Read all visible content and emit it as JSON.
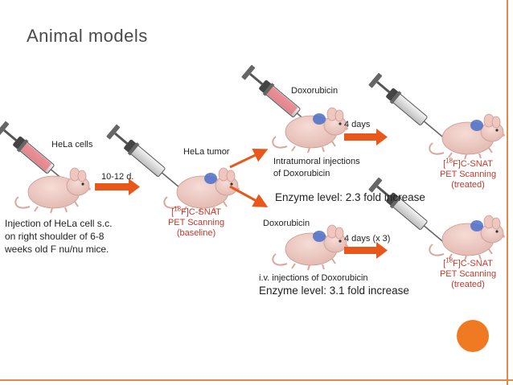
{
  "title": "Animal models",
  "colors": {
    "accent": "#f07a22",
    "frame": "#e08a4a",
    "pet_text": "#c0392b",
    "tumor": "#4a6fc9"
  },
  "icons": [
    "syringe-icon",
    "mouse-icon",
    "tumor-icon",
    "arrow-icon"
  ],
  "labels": {
    "hela_cells": "HeLa cells",
    "hela_tumor": "HeLa tumor",
    "injection_note": [
      "Injection of HeLa cell s.c.",
      "on right shoulder of 6-8",
      "weeks old F nu/nu mice."
    ],
    "time_1": "10-12 d.",
    "doxorubicin_top": "Doxorubicin",
    "doxorubicin_bottom": "Doxorubicin",
    "days_top": "4 days",
    "days_bottom": "4 days (x 3)",
    "intratumoral": [
      "Intratumoral injections",
      "of Doxorubicin"
    ],
    "enzyme_top": "Enzyme level: 2.3 fold increase",
    "iv": "i.v. injections of Doxorubicin",
    "enzyme_bottom": "Enzyme level: 3.1 fold increase"
  },
  "pet": {
    "isotope": "18",
    "prefix": "[",
    "suffix": "F]C-SNAT",
    "line2": "PET Scanning",
    "baseline": "(baseline)",
    "treated": "(treated)"
  }
}
